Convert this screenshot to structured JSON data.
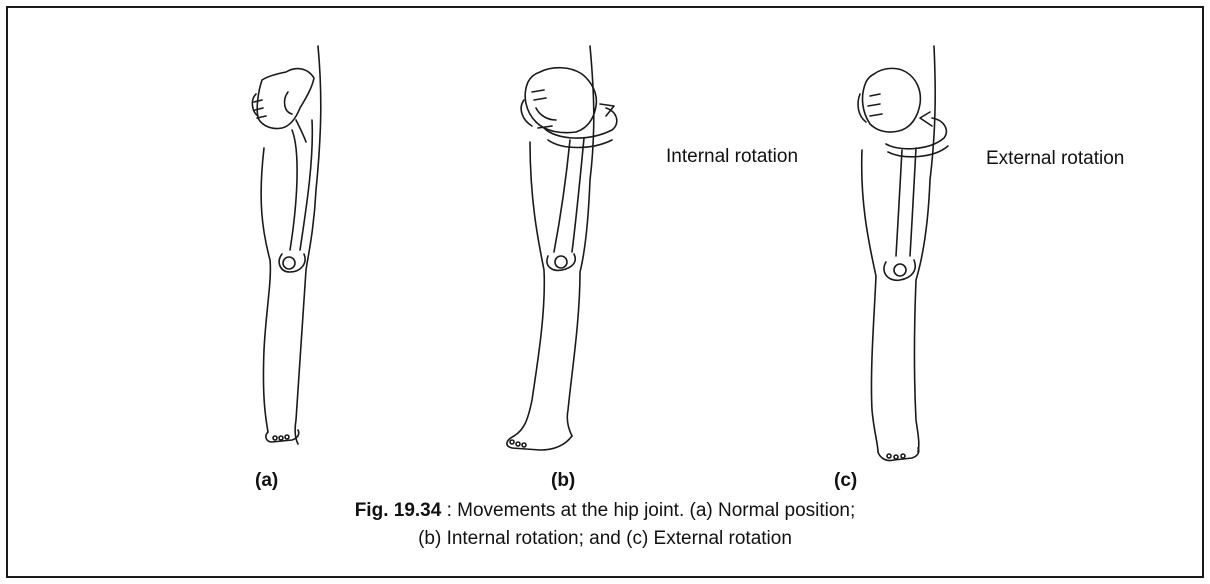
{
  "figure": {
    "labels": {
      "internal": "Internal rotation",
      "external": "External rotation"
    },
    "panels": [
      {
        "tag": "(a)"
      },
      {
        "tag": "(b)"
      },
      {
        "tag": "(c)"
      }
    ],
    "caption": {
      "fig_number": "Fig. 19.34",
      "separator": " : ",
      "line1": "Movements at the hip joint. (a) Normal position;",
      "line2": "(b) Internal rotation; and (c) External rotation"
    }
  }
}
